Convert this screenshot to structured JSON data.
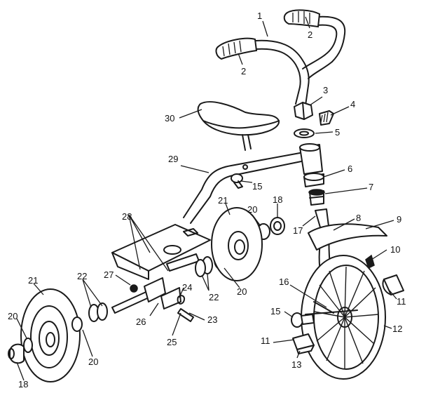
{
  "callouts": [
    {
      "id": "c1",
      "text": "1"
    },
    {
      "id": "c2a",
      "text": "2"
    },
    {
      "id": "c2b",
      "text": "2"
    },
    {
      "id": "c3",
      "text": "3"
    },
    {
      "id": "c4",
      "text": "4"
    },
    {
      "id": "c5",
      "text": "5"
    },
    {
      "id": "c6",
      "text": "6"
    },
    {
      "id": "c7",
      "text": "7"
    },
    {
      "id": "c8",
      "text": "8"
    },
    {
      "id": "c9",
      "text": "9"
    },
    {
      "id": "c10",
      "text": "10"
    },
    {
      "id": "c11a",
      "text": "11"
    },
    {
      "id": "c11b",
      "text": "11"
    },
    {
      "id": "c12",
      "text": "12"
    },
    {
      "id": "c13",
      "text": "13"
    },
    {
      "id": "c15a",
      "text": "15"
    },
    {
      "id": "c15b",
      "text": "15"
    },
    {
      "id": "c16",
      "text": "16"
    },
    {
      "id": "c17",
      "text": "17"
    },
    {
      "id": "c18a",
      "text": "18"
    },
    {
      "id": "c18b",
      "text": "18"
    },
    {
      "id": "c20a",
      "text": "20"
    },
    {
      "id": "c20b",
      "text": "20"
    },
    {
      "id": "c20c",
      "text": "20"
    },
    {
      "id": "c20d",
      "text": "20"
    },
    {
      "id": "c21a",
      "text": "21"
    },
    {
      "id": "c21b",
      "text": "21"
    },
    {
      "id": "c22a",
      "text": "22"
    },
    {
      "id": "c22b",
      "text": "22"
    },
    {
      "id": "c23",
      "text": "23"
    },
    {
      "id": "c24",
      "text": "24"
    },
    {
      "id": "c25",
      "text": "25"
    },
    {
      "id": "c26",
      "text": "26"
    },
    {
      "id": "c27",
      "text": "27"
    },
    {
      "id": "c28",
      "text": "28"
    },
    {
      "id": "c29",
      "text": "29"
    },
    {
      "id": "c30",
      "text": "30"
    }
  ]
}
